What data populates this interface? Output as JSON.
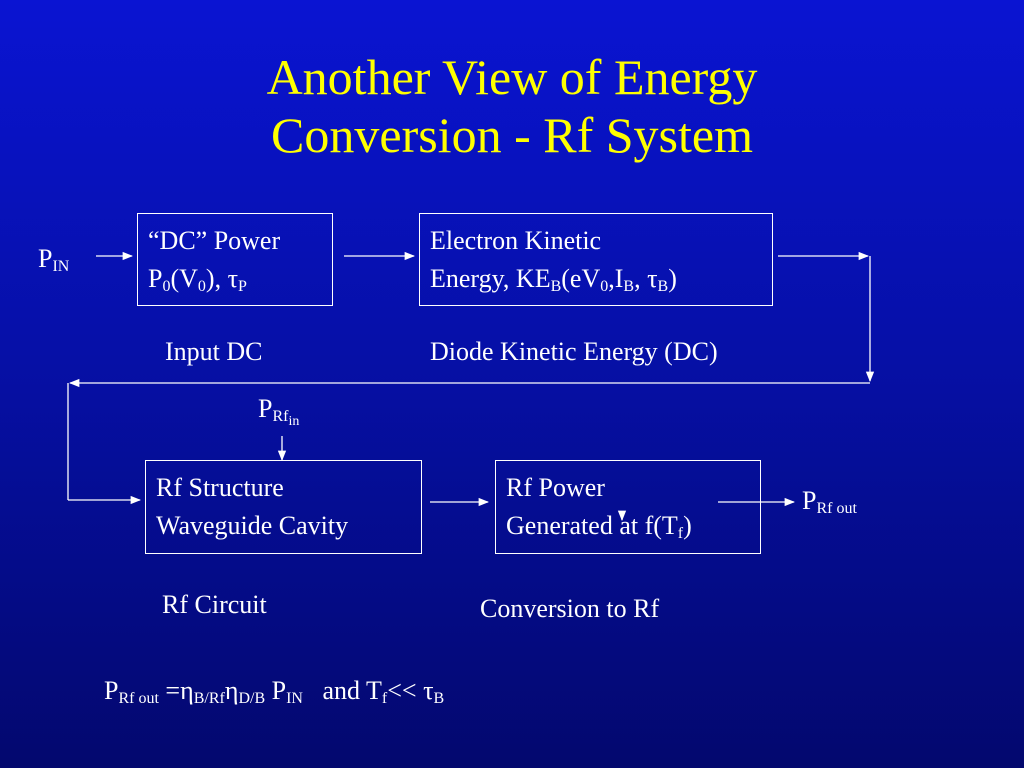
{
  "title": {
    "line1": "Another View of Energy",
    "line2": "Conversion - Rf System"
  },
  "p_in": {
    "main": "P",
    "sub": "IN"
  },
  "box_dc_power": {
    "line1": "“DC” Power",
    "l2_a": "P",
    "l2_sub0": "0",
    "l2_b": "(V",
    "l2_sub1": "0",
    "l2_c": "), ",
    "l2_tau": "τ",
    "l2_sub2": "P"
  },
  "box_electron": {
    "line1": "Electron Kinetic",
    "l2_a": "Energy, KE",
    "l2_sub0": "B",
    "l2_b": "(eV",
    "l2_sub1": "0",
    "l2_c": ",I",
    "l2_sub2": "B",
    "l2_d": ", ",
    "l2_tau": "τ",
    "l2_sub3": "B",
    "l2_e": ")"
  },
  "label_input_dc": "Input DC",
  "label_diode": "Diode Kinetic Energy (DC)",
  "p_rf_in": {
    "main": "P",
    "sub": "Rf",
    "subsub": "in"
  },
  "box_rf_structure": {
    "line1": "Rf Structure",
    "line2": "Waveguide Cavity"
  },
  "box_rf_power": {
    "line1": "Rf Power",
    "l2_a": "Generated at f(T",
    "l2_sub": "f",
    "l2_b": ")"
  },
  "p_rf_out": {
    "main": "P",
    "sub": "Rf out"
  },
  "label_rf_circuit": "Rf Circuit",
  "label_conversion": "Conversion to Rf",
  "formula": {
    "p": "P",
    "p_sub": "Rf out",
    "eq": " =",
    "eta1": "η",
    "eta1_sub": "B/Rf",
    "eta2": "η",
    "eta2_sub": "D/B",
    "p2": " P",
    "p2_sub": "IN",
    "and": "   and T",
    "t_sub": "f",
    "ll": "<< ",
    "tau": "τ",
    "tau_sub": "B"
  },
  "colors": {
    "title": "#ffff00",
    "text": "#ffffff",
    "background": "#0610a8"
  }
}
